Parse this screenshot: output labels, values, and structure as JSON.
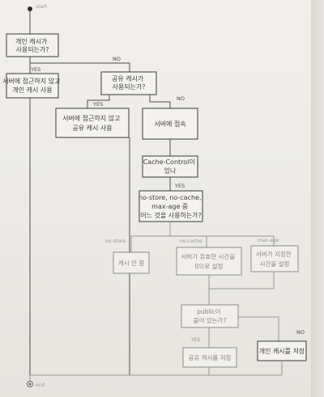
{
  "diagram": {
    "start_label": "start",
    "nodes": {
      "n1": [
        "개인 캐시가",
        "사용되는가?"
      ],
      "n2": [
        "서버에 접근하지 않고",
        "개인 캐시 사용"
      ],
      "n3": [
        "공유 캐시가",
        "사용되는가?"
      ],
      "n4": [
        "서버에 접근하지 않고",
        "공유 캐시 사용"
      ],
      "n5": [
        "서버에 접속"
      ],
      "n6": [
        "Cache-Control이",
        "있나"
      ],
      "n7": [
        "no-store, no-cache,",
        "max-age 중",
        "어느 것을 사용하는가?"
      ],
      "n8": [
        "캐시 안 함"
      ],
      "n9": [
        "서버가 유효한 시간을",
        "0으로 설정"
      ],
      "n10": [
        "서버가 지정한",
        "시간을 설정"
      ],
      "n11": [
        "public이",
        "붙어 있는가?"
      ],
      "n12": [
        "공유 캐시를 저장"
      ],
      "n13": [
        "개인 캐시를 저장"
      ]
    },
    "edge_labels": {
      "yes1": "YES",
      "no1": "NO",
      "yes2": "YES",
      "no2": "NO",
      "yes3": "YES",
      "opt_nostore": "no-store",
      "opt_nocache": "no-cache",
      "opt_maxage": "max-age",
      "yes4": "YES",
      "no4": "NO"
    },
    "end_label": "end"
  }
}
